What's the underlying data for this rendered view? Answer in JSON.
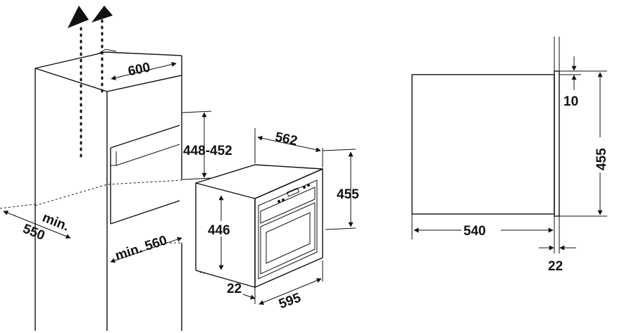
{
  "left_view": {
    "width_600": "600",
    "height_448_452": "448-452",
    "min_depth_550_line1": "min.",
    "min_depth_550_line2": "550",
    "min_width_560": "min. 560",
    "oven_depth_562": "562",
    "oven_height_455": "455",
    "inner_height_446": "446",
    "front_22": "22",
    "front_width_595": "595"
  },
  "right_view": {
    "top_10": "10",
    "height_455": "455",
    "depth_540": "540",
    "front_22": "22"
  },
  "colors": {
    "line": "#111111",
    "background": "#ffffff"
  }
}
